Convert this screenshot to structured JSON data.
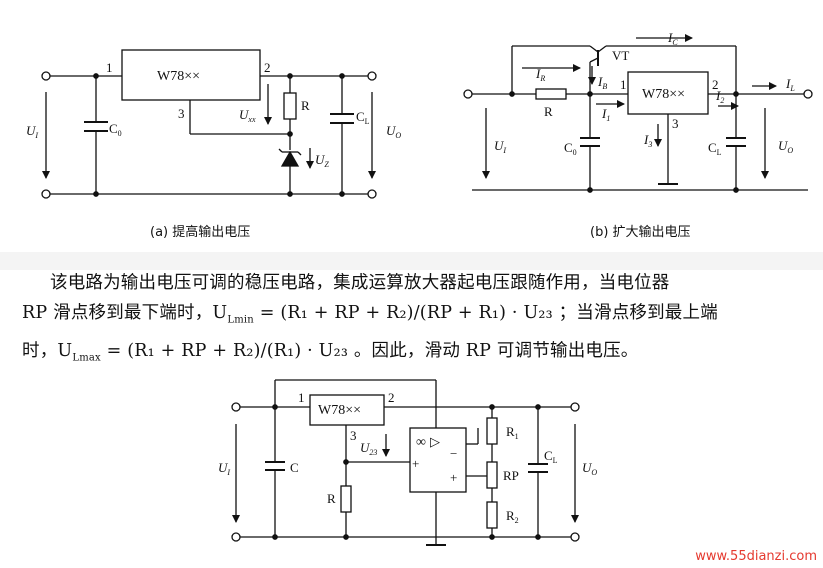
{
  "fig_a": {
    "caption": "(a) 提高输出电压",
    "ic_label": "W78××",
    "pin1": "1",
    "pin2": "2",
    "pin3": "3",
    "ui": "U",
    "ui_sub": "I",
    "c0": "C",
    "c0_sub": "0",
    "uxx": "U",
    "uxx_sub": "xx",
    "r": "R",
    "uz": "U",
    "uz_sub": "Z",
    "cl": "C",
    "cl_sub": "L",
    "uo": "U",
    "uo_sub": "O"
  },
  "fig_b": {
    "caption": "(b) 扩大输出电压",
    "ic_label": "W78××",
    "ic": "I",
    "ic_sub": "C",
    "vt": "VT",
    "ir": "I",
    "ir_sub": "R",
    "ib": "I",
    "ib_sub": "B",
    "pin1": "1",
    "pin2": "2",
    "pin3": "3",
    "il": "I",
    "il_sub": "L",
    "r": "R",
    "i1": "I",
    "i1_sub": "1",
    "i2": "I",
    "i2_sub": "2",
    "i3": "I",
    "i3_sub": "3",
    "ui": "U",
    "ui_sub": "I",
    "c0": "C",
    "c0_sub": "0",
    "cl": "C",
    "cl_sub": "L",
    "uo": "U",
    "uo_sub": "O"
  },
  "paragraph": {
    "line1": "该电路为输出电压可调的稳压电路，集成运算放大器起电压跟随作用，当电位器",
    "line2": "RP 滑点移到最下端时，U",
    "line2_sub": "Lmin",
    "line2_rest": " = (R₁ + RP + R₂)/(RP + R₁) · U₂₃ ；当滑点移到最上端",
    "line3": "时，U",
    "line3_sub": "Lmax",
    "line3_rest": " = (R₁ + RP + R₂)/(R₁) · U₂₃ 。因此，滑动 RP 可调节输出电压。"
  },
  "fig_c": {
    "ic_label": "W78××",
    "pin1": "1",
    "pin2": "2",
    "pin3": "3",
    "u23": "U",
    "u23_sub": "23",
    "opamp_inf": "∞",
    "opamp_tri": "▷",
    "minus": "−",
    "plus1": "+",
    "plus2": "+",
    "r1": "R",
    "r1_sub": "1",
    "rp": "RP",
    "r2": "R",
    "r2_sub": "2",
    "cl": "C",
    "cl_sub": "L",
    "uo": "U",
    "uo_sub": "O",
    "ui": "U",
    "ui_sub": "I",
    "c": "C",
    "r": "R"
  },
  "watermark": "www.55dianzi.com"
}
